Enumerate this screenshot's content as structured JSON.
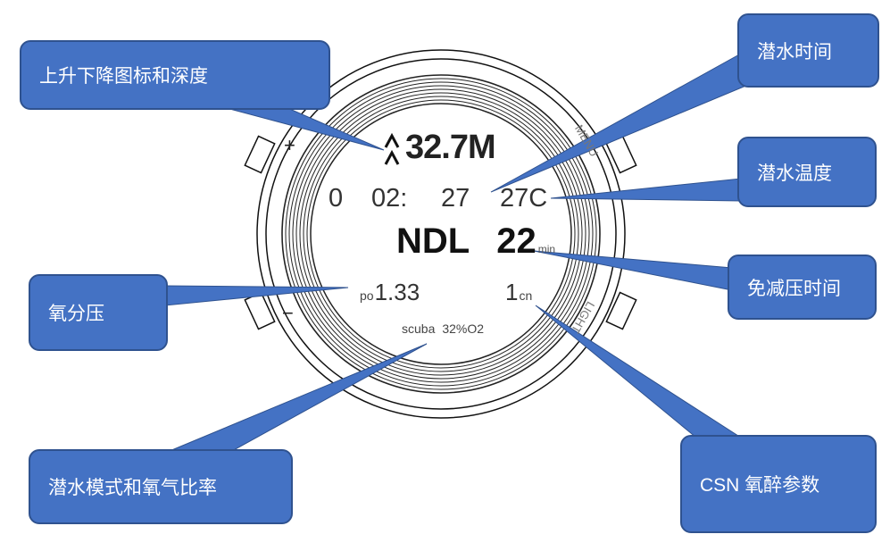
{
  "watch": {
    "depth": "32.7M",
    "ascent_icon": "double-up-chevron",
    "time_prefix": "0",
    "time_h": "02:",
    "time_m": "27",
    "temp": "27C",
    "ndl_label": "NDL",
    "ndl_value": "22",
    "ndl_unit": "min",
    "po_label": "po",
    "po_value": "1.33",
    "cns_value": "1",
    "cns_unit": "cn",
    "mode": "scuba",
    "o2": "32%O2",
    "btn_plus": "+",
    "btn_minus": "−",
    "btn_menu": "MENU",
    "btn_light": "LIGHT"
  },
  "callouts": {
    "depth": "上升下降图标和深度",
    "time": "潜水时间",
    "temp": "潜水温度",
    "ndl": "免减压时间",
    "po2": "氧分压",
    "cns": "CSN 氧醉参数",
    "mode": "潜水模式和氧气比率"
  },
  "colors": {
    "callout": "#4472C4",
    "callout_border": "#2F528F"
  }
}
